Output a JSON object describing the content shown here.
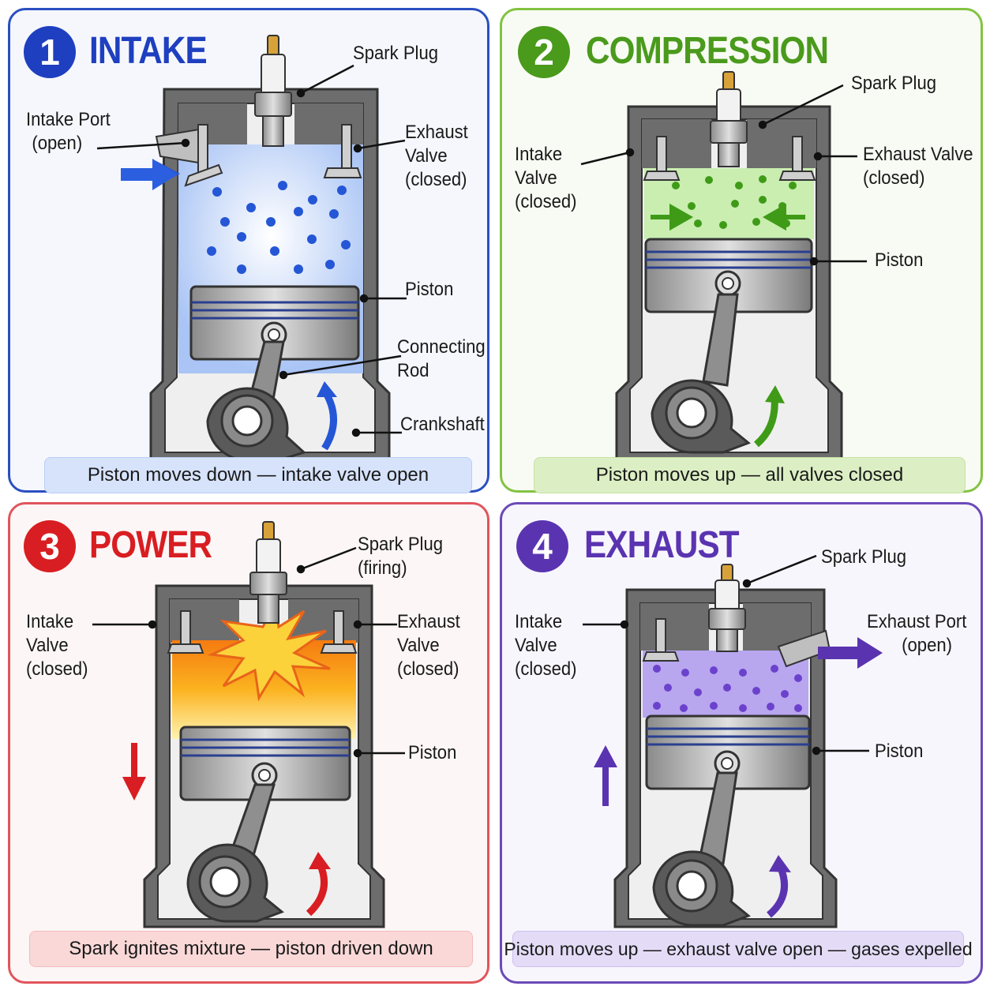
{
  "panels": [
    {
      "number": "1",
      "title": "INTAKE",
      "color": "#1e3fbf",
      "labels": {
        "spark_plug": "Spark Plug",
        "intake_port": [
          "Intake Port",
          "(open)"
        ],
        "exhaust_valve": [
          "Exhaust",
          "Valve",
          "(closed)"
        ],
        "piston": "Piston",
        "connecting_rod": [
          "Connecting",
          "Rod"
        ],
        "crankshaft": "Crankshaft"
      },
      "caption": "Piston moves down — intake valve open",
      "caption_color": "#d6e3fb"
    },
    {
      "number": "2",
      "title": "COMPRESSION",
      "color": "#4a9a1c",
      "labels": {
        "spark_plug": "Spark Plug",
        "intake_valve": [
          "Intake",
          "Valve",
          "(closed)"
        ],
        "exhaust_valve": [
          "Exhaust Valve",
          "(closed)"
        ],
        "piston": "Piston"
      },
      "caption": "Piston moves up — all valves closed",
      "caption_color": "#dcefc4"
    },
    {
      "number": "3",
      "title": "POWER",
      "color": "#d81e22",
      "labels": {
        "spark_plug": [
          "Spark Plug",
          "(firing)"
        ],
        "intake_valve": [
          "Intake",
          "Valve",
          "(closed)"
        ],
        "exhaust_valve": [
          "Exhaust",
          "Valve",
          "(closed)"
        ],
        "piston": "Piston"
      },
      "caption": "Spark ignites mixture — piston driven down",
      "caption_color": "#fad8d8"
    },
    {
      "number": "4",
      "title": "EXHAUST",
      "color": "#5a34b0",
      "labels": {
        "spark_plug": "Spark Plug",
        "intake_valve": [
          "Intake",
          "Valve",
          "(closed)"
        ],
        "exhaust_port": [
          "Exhaust Port",
          "(open)"
        ],
        "piston": "Piston"
      },
      "caption": "Piston moves up — exhaust valve open — gases expelled",
      "caption_color": "#e4dcf7"
    }
  ],
  "icons": [
    "spark-plug-icon",
    "piston-icon",
    "crankshaft-icon",
    "valve-icon",
    "flow-arrow-icon",
    "rotation-arrow-icon",
    "explosion-icon"
  ]
}
